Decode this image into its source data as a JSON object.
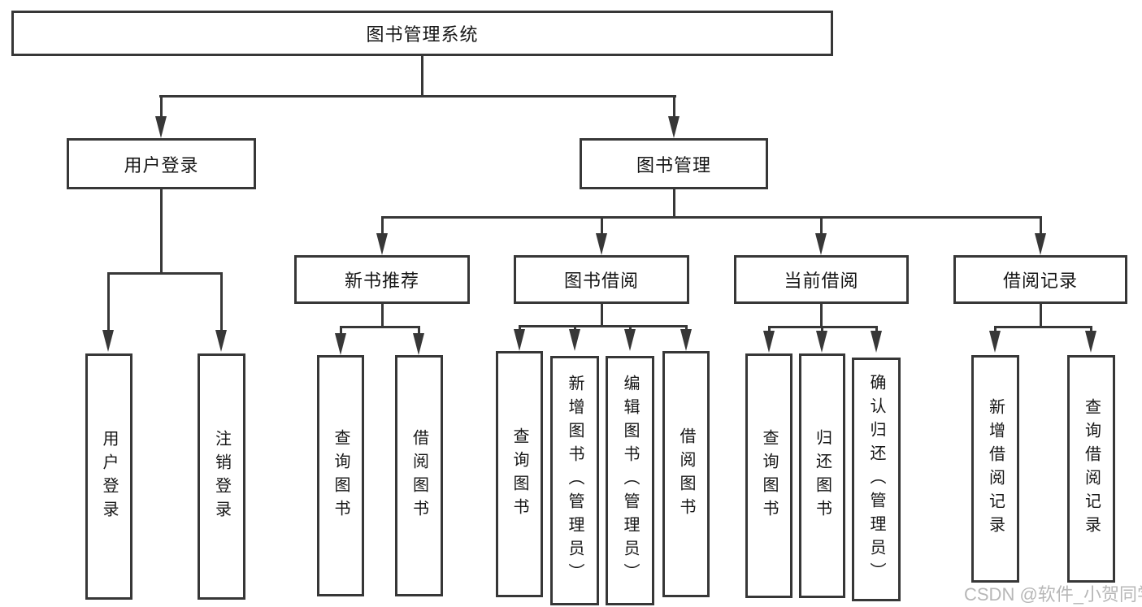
{
  "diagram_title": "图书管理系统",
  "watermark": "CSDN @软件_小贺同学",
  "colors": {
    "line": "#373737",
    "text": "#161616",
    "background": "#ffffff",
    "watermark": "#b7b7b7"
  },
  "tree": {
    "label": "图书管理系统",
    "children": [
      {
        "label": "用户登录",
        "children": [
          {
            "label": "用户登录"
          },
          {
            "label": "注销登录"
          }
        ]
      },
      {
        "label": "图书管理",
        "children": [
          {
            "label": "新书推荐",
            "children": [
              {
                "label": "查询图书"
              },
              {
                "label": "借阅图书"
              }
            ]
          },
          {
            "label": "图书借阅",
            "children": [
              {
                "label": "查询图书"
              },
              {
                "label": "新增图书（管理员）"
              },
              {
                "label": "编辑图书（管理员）"
              },
              {
                "label": "借阅图书"
              }
            ]
          },
          {
            "label": "当前借阅",
            "children": [
              {
                "label": "查询图书"
              },
              {
                "label": "归还图书"
              },
              {
                "label": "确认归还（管理员）"
              }
            ]
          },
          {
            "label": "借阅记录",
            "children": [
              {
                "label": "新增借阅记录"
              },
              {
                "label": "查询借阅记录"
              }
            ]
          }
        ]
      }
    ]
  }
}
